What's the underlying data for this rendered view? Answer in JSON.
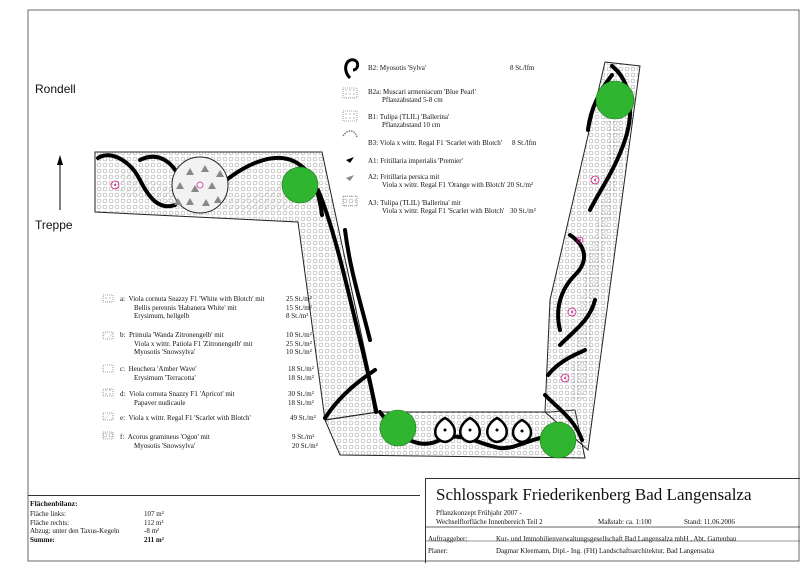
{
  "labels": {
    "rondell": "Rondell",
    "treppe": "Treppe"
  },
  "legend_top": [
    {
      "code": "B2:",
      "text": "Myosotis 'Sylva'",
      "qty": "8 St./lfm"
    },
    {
      "code": "B2a:",
      "text": "Muscari armeniacum 'Blue Pearl'",
      "text2": "Pflanzabstand 5-8 cm",
      "qty": ""
    },
    {
      "code": "B1:",
      "text": "Tulipa (TLIL) 'Ballerina'",
      "text2": "Pflanzabstand 10 cm",
      "qty": ""
    },
    {
      "code": "B3:",
      "text": "Viola x wittr. Regal F1 'Scarlet with Blotch'",
      "qty": "8 St./lfm"
    },
    {
      "code": "A1:",
      "text": "Fritillaria imperialis 'Premier'",
      "qty": ""
    },
    {
      "code": "A2:",
      "text": "Fritillaria persica mit",
      "text2": "Viola x wittr. Regal F1 'Orange with Blotch' 20 St./m²",
      "qty": ""
    },
    {
      "code": "A3:",
      "text": "Tulipa (TLIL) 'Ballerina' mit",
      "text2": "Viola x wittr. Regal F1 'Scarlet with Blotch'",
      "qty": "30 St./m²"
    }
  ],
  "legend_low": [
    {
      "code": "a:",
      "lines": [
        {
          "t": "Viola cornuta Snazzy F1 'White with Blotch' mit",
          "q": "25 St./m²"
        },
        {
          "t": "Bellis perennis 'Habanera White' mit",
          "q": "15 St./m²"
        },
        {
          "t": "Erysimum, hellgelb",
          "q": "8 St./m²"
        }
      ]
    },
    {
      "code": "b:",
      "lines": [
        {
          "t": "Primula 'Wanda Zitronengelb' mit",
          "q": "10 St./m²"
        },
        {
          "t": "Viola x wittr. Patiola F1 'Zitronengelb' mit",
          "q": "25 St./m²"
        },
        {
          "t": "Myosotis 'Snowsylva'",
          "q": "10 St./m²"
        }
      ]
    },
    {
      "code": "c:",
      "lines": [
        {
          "t": "Heuchera 'Amber Wave'",
          "q": "18 St./m²"
        },
        {
          "t": "Erysimum 'Terracotta'",
          "q": "18 St./m²"
        }
      ]
    },
    {
      "code": "d:",
      "lines": [
        {
          "t": "Viola cornuta Snazzy F1 'Apricot' mit",
          "q": "30 St./m²"
        },
        {
          "t": "Papaver nudicaule",
          "q": "18 St./m²"
        }
      ]
    },
    {
      "code": "e:",
      "lines": [
        {
          "t": "Viola x wittr. Regal F1 'Scarlet with Blotch'",
          "q": "49 St./m²"
        }
      ]
    },
    {
      "code": "f:",
      "lines": [
        {
          "t": "Acorus gramineus 'Ogon' mit",
          "q": "9 St./m²"
        },
        {
          "t": "Myosotis 'Snowsylva'",
          "q": "20 St./m²"
        }
      ]
    }
  ],
  "balance": {
    "title": "Flächenbilanz:",
    "rows": [
      {
        "label": "Fläche links:",
        "value": "107 m²"
      },
      {
        "label": "Fläche rechts:",
        "value": "112 m²"
      },
      {
        "label": "Abzug: unter den Taxus-Kegeln",
        "value": "-8 m²"
      },
      {
        "label": "Summe:",
        "value": "211 m²"
      }
    ]
  },
  "title_block": {
    "title": "Schlosspark Friederikenberg Bad Langensalza",
    "line1": "Pflanzkonzept Frühjahr 2007 -",
    "line2": "Wechselflorfläche Innenbereich Teil 2",
    "scale": "Maßstab: ca. 1:100",
    "date": "Stand: 11.06.2006",
    "client_label": "Auftraggeber:",
    "client": "Kur- und Immobilienverwaltungsgesellschaft Bad Langensalza mbH , Abt. Gartenbau",
    "planner_label": "Planer:",
    "planner": "Dagmar Kleemann, Dipl.- Ing. (FH) Landschaftsarchitektur, Bad Langensalza"
  },
  "colors": {
    "taxus": "#2fb52f",
    "line": "#000000",
    "hatch": "#888888",
    "pink": "#d0208a"
  }
}
